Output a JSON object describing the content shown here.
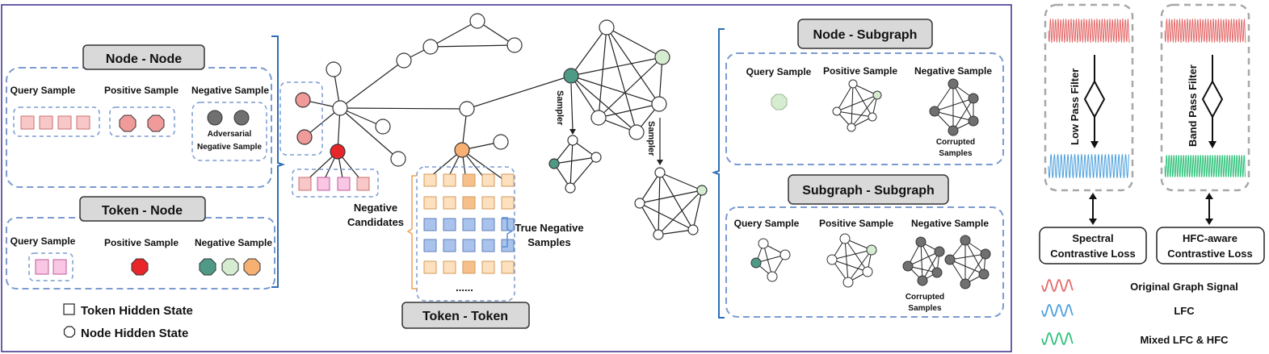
{
  "node_node": {
    "title": "Node - Node",
    "query": "Query Sample",
    "positive": "Positive Sample",
    "negative": "Negative Sample",
    "adversarial_line1": "Adversarial",
    "adversarial_line2": "Negative Sample"
  },
  "token_node": {
    "title": "Token - Node",
    "query": "Query Sample",
    "positive": "Positive Sample",
    "negative": "Negative Sample"
  },
  "legend": {
    "token_state": "Token Hidden State",
    "node_state": "Node Hidden State"
  },
  "center": {
    "neg_candidates_line1": "Negative",
    "neg_candidates_line2": "Candidates",
    "true_neg_line1": "True Negative",
    "true_neg_line2": "Samples",
    "ellipsis": "......",
    "sampler": "Sampler",
    "token_token_title": "Token - Token"
  },
  "node_subgraph": {
    "title": "Node - Subgraph",
    "query": "Query Sample",
    "positive": "Positive Sample",
    "negative": "Negative Sample",
    "corrupted_line1": "Corrupted",
    "corrupted_line2": "Samples"
  },
  "subgraph_subgraph": {
    "title": "Subgraph - Subgraph",
    "query": "Query Sample",
    "positive": "Positive Sample",
    "negative": "Negative Sample",
    "corrupted_line1": "Corrupted",
    "corrupted_line2": "Samples"
  },
  "filters": {
    "low_pass": "Low Pass Filter",
    "band_pass": "Band Pass Filter",
    "spectral_loss_line1": "Spectral",
    "spectral_loss_line2": "Contrastive Loss",
    "hfc_loss_line1": "HFC-aware",
    "hfc_loss_line2": "Contrastive Loss"
  },
  "signal_legend": {
    "original": "Original Graph Signal",
    "lfc": "LFC",
    "mixed": "Mixed LFC & HFC"
  },
  "colors": {
    "frame": "#3b2a8a",
    "dashed_box": "#7b9bd1",
    "title_fill": "#d9d9d9",
    "pink_token": "#f8c7c7",
    "pink_node": "#f19a9a",
    "magenta_token": "#f9c6e4",
    "red_node": "#e8262a",
    "dark_gray": "#707070",
    "teal": "#4f9a86",
    "light_green": "#d6ecd0",
    "orange": "#f5b072",
    "orange_token": "#fde0bd",
    "blue_token": "#a9c3ec",
    "signal_red": "#e46a6a",
    "signal_blue": "#4da0dd",
    "signal_green": "#2ec27a"
  }
}
